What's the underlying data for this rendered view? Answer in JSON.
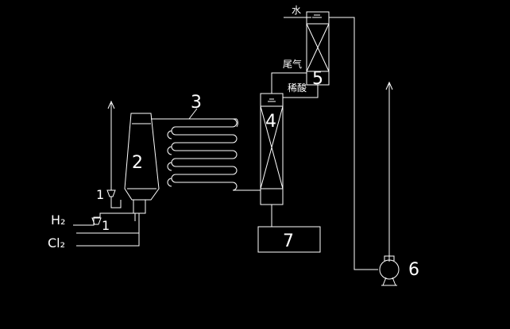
{
  "colors": {
    "background": "#000000",
    "line": "#ffffff"
  },
  "equipment": {
    "reactor": "2",
    "cooler": "3",
    "absorber": "4",
    "scrubber": "5",
    "pump": "6",
    "tank": "7",
    "flowmeter": "1"
  },
  "feeds": {
    "hydrogen": "H₂",
    "chlorine": "Cl₂"
  },
  "streams": {
    "water": "水",
    "tail_gas": "尾气",
    "dilute_acid": "稀酸"
  }
}
